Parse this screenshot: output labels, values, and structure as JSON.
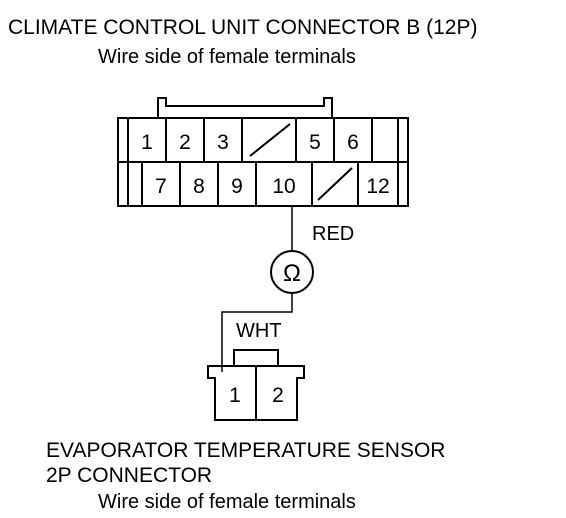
{
  "connector_b": {
    "title": "CLIMATE CONTROL UNIT CONNECTOR B (12P)",
    "subtitle": "Wire side of female terminals",
    "top_row": [
      "1",
      "2",
      "3",
      "",
      "5",
      "6"
    ],
    "bottom_row": [
      "",
      "7",
      "8",
      "9",
      "10",
      "",
      "12"
    ]
  },
  "meter": {
    "symbol": "Ω",
    "lead_top_label": "RED",
    "lead_bottom_label": "WHT"
  },
  "sensor_connector": {
    "title_line1": "EVAPORATOR TEMPERATURE SENSOR",
    "title_line2": "2P CONNECTOR",
    "subtitle": "Wire side of female terminals",
    "terminals": [
      "1",
      "2"
    ]
  }
}
